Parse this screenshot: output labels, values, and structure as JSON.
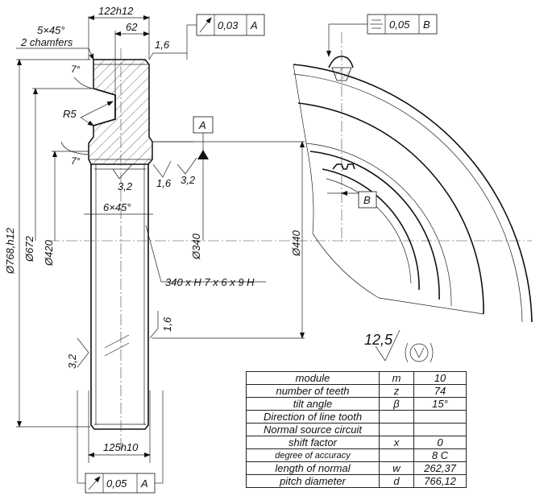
{
  "shaft": {
    "chamfer_top": "5×45°",
    "chamfer_top_note": "2 chamfers",
    "width_top": "122h12",
    "width_inner": "62",
    "radius": "R5",
    "angle_top": "7°",
    "angle_bottom": "7°",
    "dia_outer": "Ø768,h12",
    "dia_672": "Ø672",
    "dia_420": "Ø420",
    "dia_340": "Ø340",
    "dia_440": "Ø440",
    "chamfer_bore": "6×45°",
    "spline": "340 x H 7 x 6 x 9 H",
    "width_bottom": "125h10"
  },
  "roughness": {
    "r1": "1,6",
    "r2": "1,6",
    "r3": "3,2",
    "r4": "3,2",
    "r5": "3,2",
    "r6": "1,6",
    "general": "12,5"
  },
  "tolerances": {
    "runout_top": {
      "value": "0,03",
      "datum": "A"
    },
    "runout_bottom": {
      "value": "0,05",
      "datum": "A"
    },
    "symmetry": {
      "value": "0,05",
      "datum": "B"
    },
    "datum_a": "A",
    "datum_b": "B"
  },
  "table": {
    "rows": [
      {
        "param": "module",
        "sym": "m",
        "val": "10"
      },
      {
        "param": "number of teeth",
        "sym": "z",
        "val": "74"
      },
      {
        "param": "tilt angle",
        "sym": "β",
        "val": "15°"
      },
      {
        "param": "Direction of line tooth",
        "sym": "",
        "val": ""
      },
      {
        "param": "Normal source circuit",
        "sym": "",
        "val": ""
      },
      {
        "param": "shift factor",
        "sym": "x",
        "val": "0"
      },
      {
        "param": "degree of accuracy",
        "sym": "",
        "val": "8 C"
      },
      {
        "param": "length of normal",
        "sym": "w",
        "val": "262,37"
      },
      {
        "param": "pitch diameter",
        "sym": "d",
        "val": "766,12"
      }
    ]
  }
}
